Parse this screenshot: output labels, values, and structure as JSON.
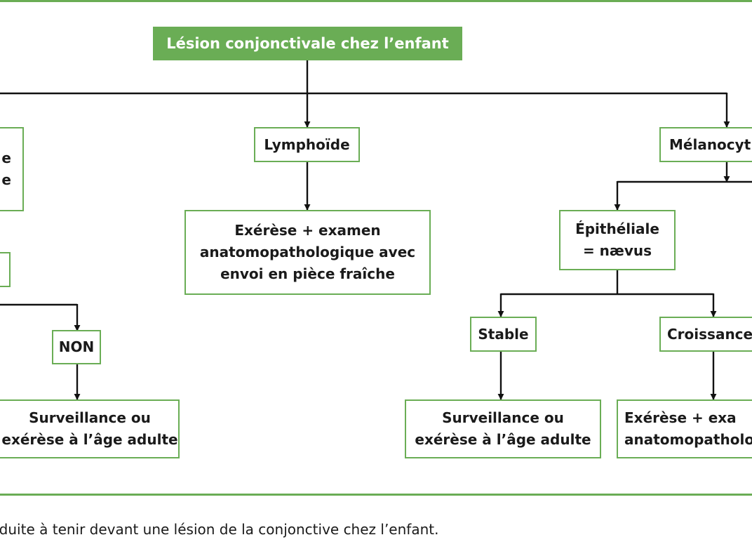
{
  "flowchart": {
    "root": "Lésion conjonctivale chez l’enfant",
    "left_partial_1": "e\ne",
    "left_no_label": "NON",
    "left_outcome": "Surveillance ou\nexérèse à l’âge adulte",
    "lymphoid": "Lymphoïde",
    "lymphoid_outcome": "Exérèse + examen\nanatomopathologique avec\nenvoi en pièce fraîche",
    "melanocytic": "Mélanocyt",
    "epithelial": "Épithéliale\n= nævus",
    "stable": "Stable",
    "stable_outcome": "Surveillance ou\nexérèse à l’âge adulte",
    "growth": "Croissance",
    "growth_outcome": "Exérèse + exa\nanatomopatholo"
  },
  "caption": "nduite à tenir devant une lésion de la conjonctive chez l’enfant.",
  "colors": {
    "accent_green": "#6aad55",
    "line": "#111111"
  }
}
